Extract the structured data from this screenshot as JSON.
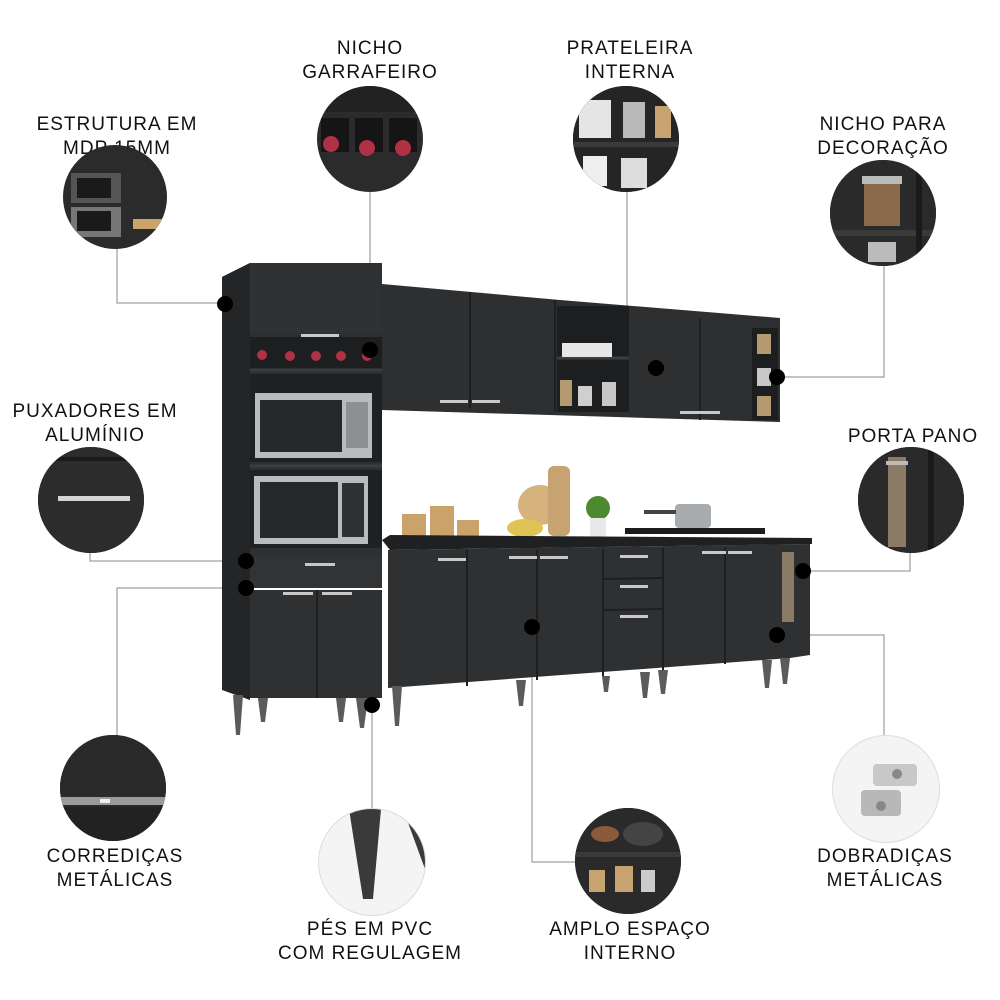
{
  "callouts": {
    "estrutura": "ESTRUTURA EM\nMDP 15MM",
    "nicho_garrafeiro": "NICHO\nGARRAFEIRO",
    "prateleira": "PRATELEIRA\nINTERNA",
    "nicho_decoracao": "NICHO PARA\nDECORAÇÃO",
    "puxadores": "PUXADORES EM\nALUMÍNIO",
    "porta_pano": "PORTA PANO",
    "corredicas": "CORREDIÇAS\nMETÁLICAS",
    "pes": "PÉS EM PVC\nCOM REGULAGEM",
    "amplo": "AMPLO ESPAÇO\nINTERNO",
    "dobradicas": "DOBRADIÇAS\nMETÁLICAS"
  },
  "colors": {
    "cabinet": "#2e2f31",
    "cabinet_dark": "#232425",
    "leg": "#5a5b5d",
    "handle": "#c9c9c9",
    "marker": "#000000"
  }
}
